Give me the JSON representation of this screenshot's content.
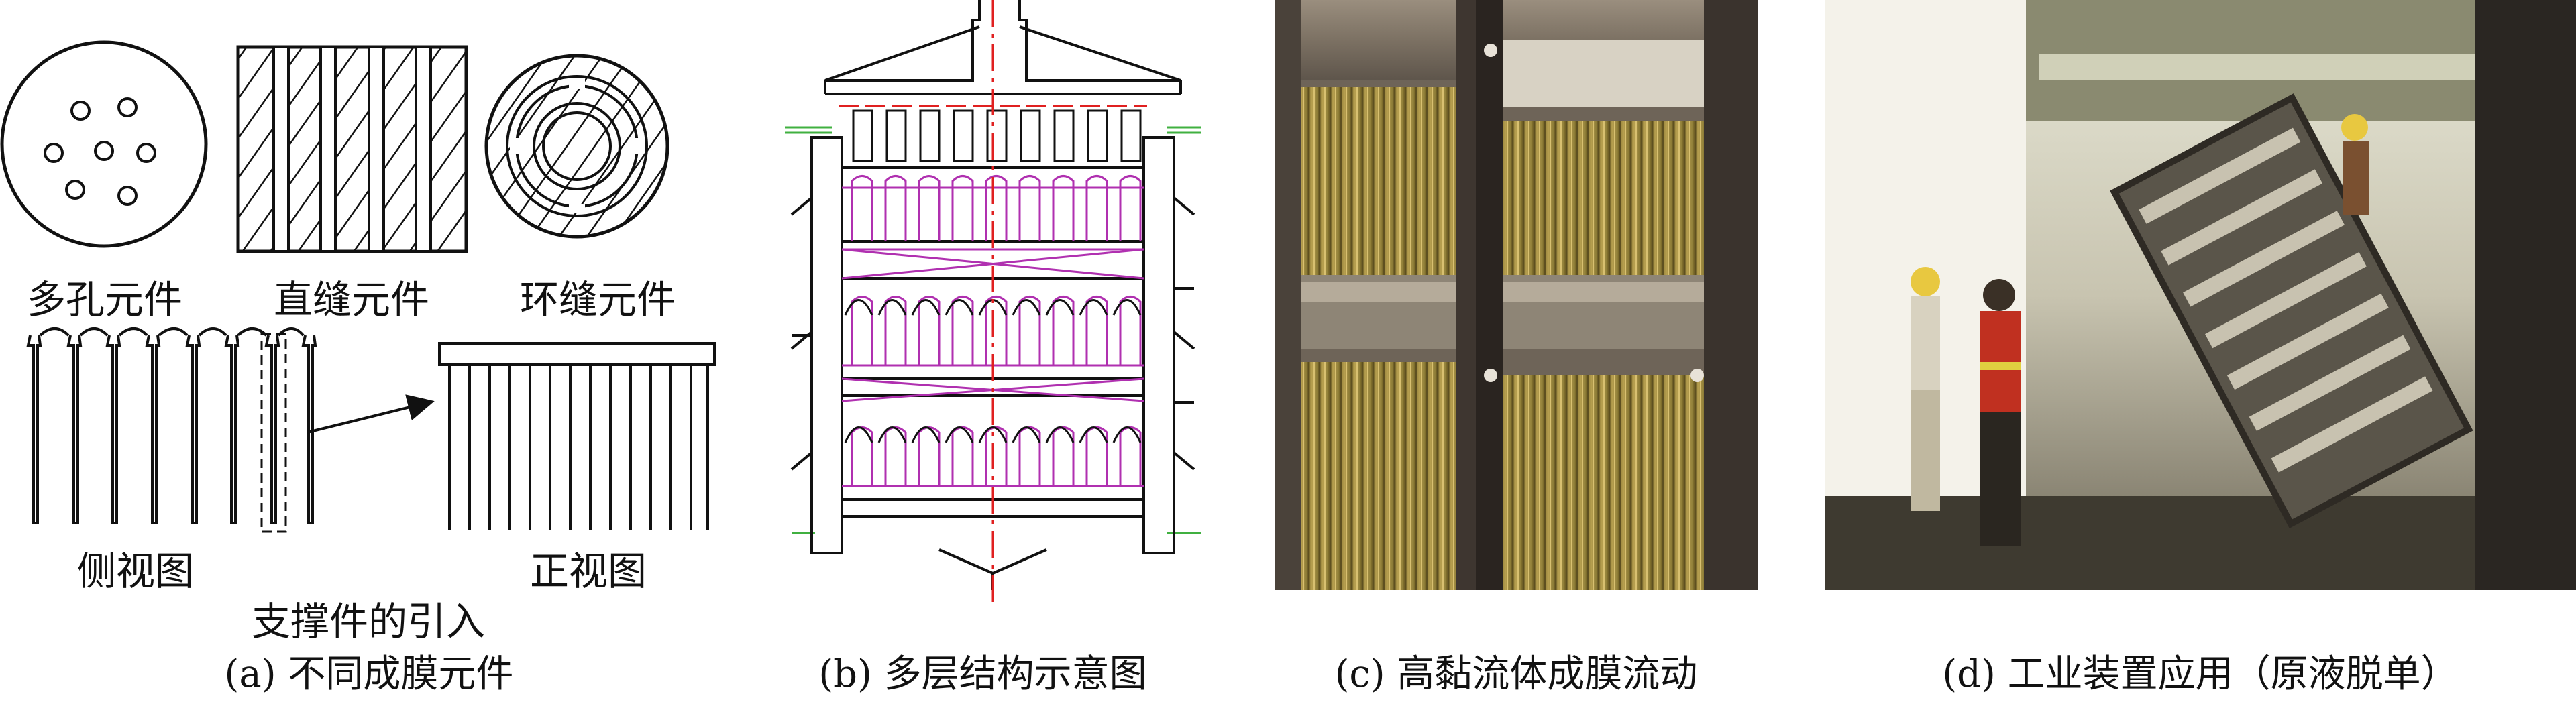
{
  "panel_a": {
    "porous_element": "多孔元件",
    "straight_slit_element": "直缝元件",
    "annular_slit_element": "环缝元件",
    "side_view": "侧视图",
    "front_view": "正视图",
    "support_intro": "支撑件的引入",
    "caption": "(a) 不同成膜元件"
  },
  "panel_b": {
    "caption": "(b) 多层结构示意图"
  },
  "panel_c": {
    "caption": "(c) 高黏流体成膜流动"
  },
  "panel_d": {
    "caption": "(d) 工业装置应用（原液脱单）"
  },
  "colors": {
    "line": "#111111",
    "magenta": "#b030b0",
    "red": "#e02020",
    "green": "#40b040"
  }
}
